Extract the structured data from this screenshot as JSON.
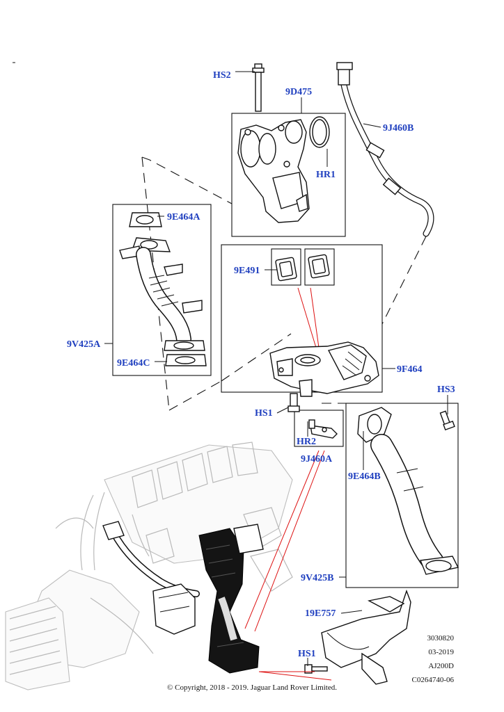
{
  "callouts": {
    "hs2": "HS2",
    "d475": "9D475",
    "j460b": "9J460B",
    "hr1": "HR1",
    "e464a": "9E464A",
    "e491": "9E491",
    "v425a": "9V425A",
    "e464c": "9E464C",
    "f464": "9F464",
    "hs3": "HS3",
    "hs1_top": "HS1",
    "hr2": "HR2",
    "j460a": "9J460A",
    "e464b": "9E464B",
    "v425b": "9V425B",
    "e19757": "19E757",
    "hs1_bottom": "HS1"
  },
  "info": {
    "line1": "3030820",
    "line2": "03-2019",
    "line3": "AJ200D",
    "line4": "C0264740-06"
  },
  "copyright": "© Copyright, 2018 - 2019. Jaguar Land Rover Limited."
}
